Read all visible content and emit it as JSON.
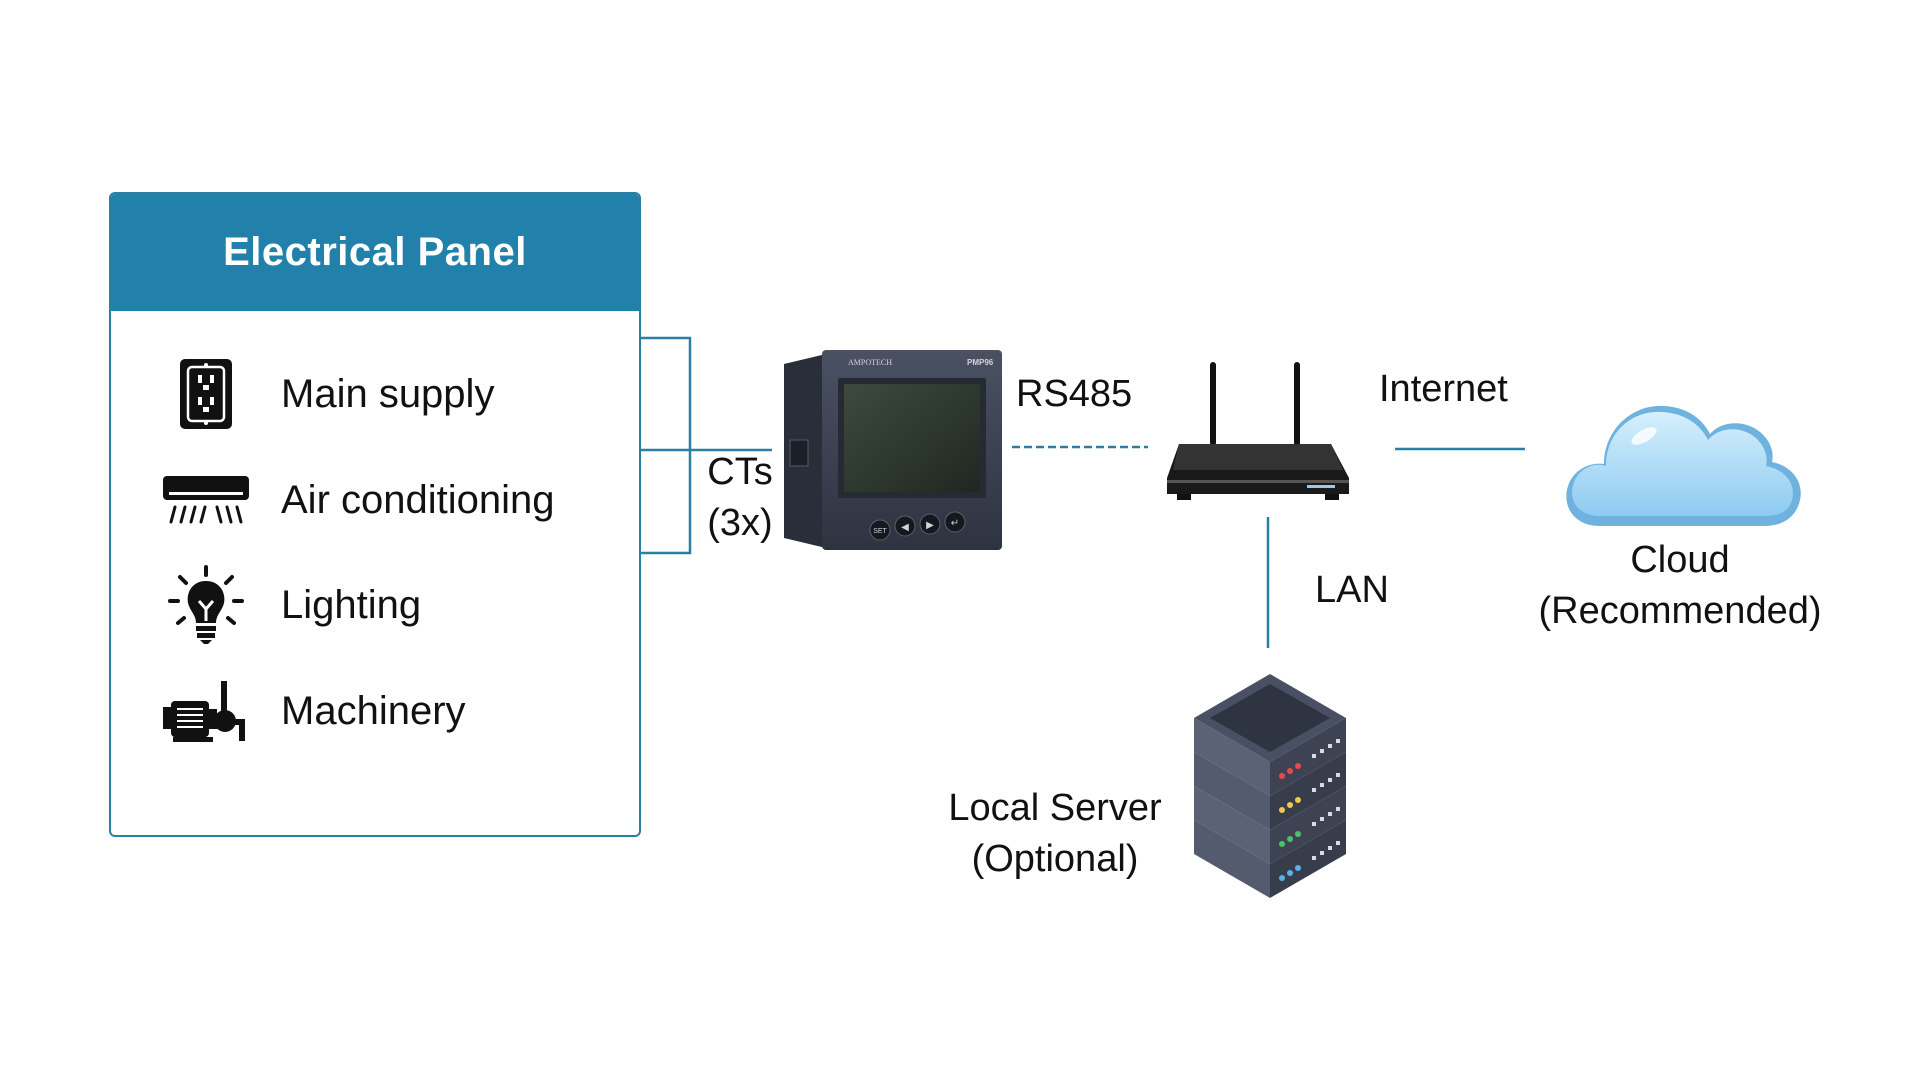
{
  "panel": {
    "title": "Electrical Panel",
    "items": [
      {
        "label": "Main supply",
        "icon": "electrical-outlet-icon"
      },
      {
        "label": "Air conditioning",
        "icon": "air-conditioner-icon"
      },
      {
        "label": "Lighting",
        "icon": "light-bulb-icon"
      },
      {
        "label": "Machinery",
        "icon": "motor-pump-icon"
      }
    ]
  },
  "meter": {
    "brand": "AMPOTECH",
    "model": "PMP96",
    "buttons": [
      "SET",
      "◀",
      "▶",
      "↵"
    ]
  },
  "labels": {
    "cts_line1": "CTs",
    "cts_line2": "(3x)",
    "rs485": "RS485",
    "internet": "Internet",
    "lan": "LAN",
    "cloud_line1": "Cloud",
    "cloud_line2": "(Recommended)",
    "server_line1": "Local Server",
    "server_line2": "(Optional)"
  },
  "colors": {
    "panel_header": "#2181ab",
    "connector_line": "#2a7fa5",
    "meter_body": "#3b4150",
    "cloud": "#a9d8f5"
  }
}
